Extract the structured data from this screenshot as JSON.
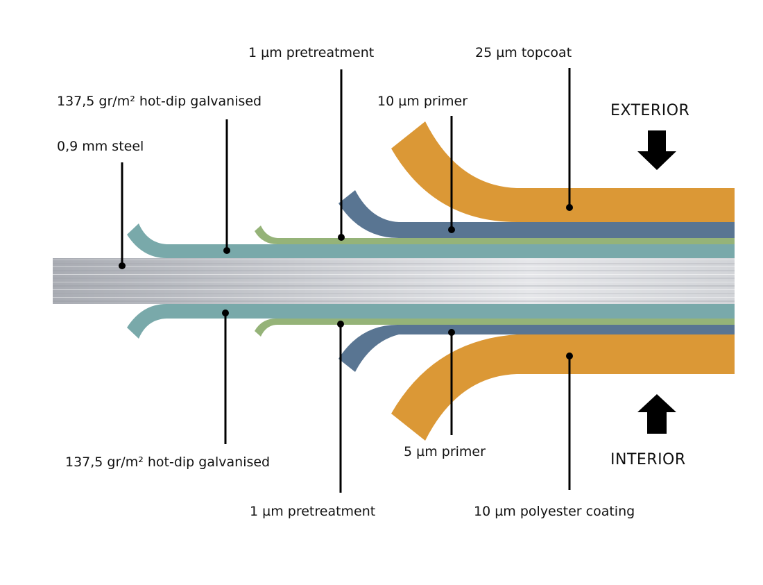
{
  "diagram": {
    "title": "Coil-coated steel layer build-up",
    "colors": {
      "topcoat": "#DB9836",
      "primer": "#597592",
      "pretreatment": "#95B378",
      "galvanised": "#79A9AA",
      "steel": "#C7C9CF",
      "ink": "#000000"
    },
    "sides": {
      "exterior": {
        "label": "EXTERIOR",
        "arrow": "arrow-down"
      },
      "interior": {
        "label": "INTERIOR",
        "arrow": "arrow-up"
      }
    },
    "core": {
      "label": "0,9 mm steel"
    },
    "exterior_layers": [
      {
        "id": "galvanised-top",
        "label": "137,5 gr/m² hot-dip galvanised",
        "color_key": "galvanised"
      },
      {
        "id": "pretreatment-top",
        "label": "1 µm pretreatment",
        "color_key": "pretreatment"
      },
      {
        "id": "primer-top",
        "label": "10 µm primer",
        "color_key": "primer"
      },
      {
        "id": "topcoat",
        "label": "25 µm topcoat",
        "color_key": "topcoat"
      }
    ],
    "interior_layers": [
      {
        "id": "galvanised-bottom",
        "label": "137,5 gr/m² hot-dip galvanised",
        "color_key": "galvanised"
      },
      {
        "id": "pretreatment-bottom",
        "label": "1 µm pretreatment",
        "color_key": "pretreatment"
      },
      {
        "id": "primer-bottom",
        "label": "5 µm primer",
        "color_key": "primer"
      },
      {
        "id": "polyester-coating",
        "label": "10 µm polyester coating",
        "color_key": "topcoat"
      }
    ]
  }
}
